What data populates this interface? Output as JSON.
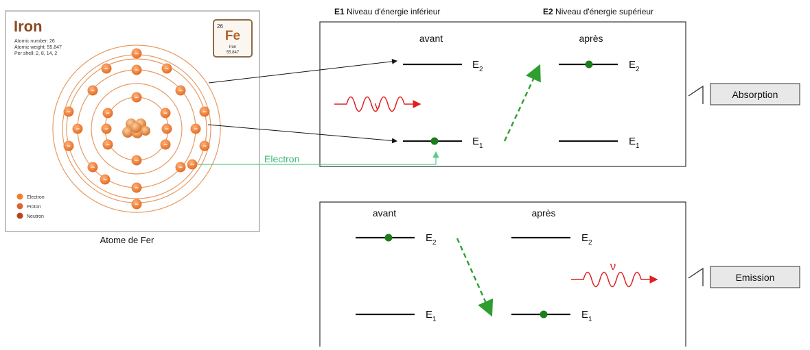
{
  "atom_card": {
    "element_name": "Iron",
    "atomic_number_line": "Atomic number: 26",
    "atomic_weight_line": "Atomic weight: 55.847",
    "per_shell_line": "Per shell:  2, 8, 14, 2",
    "badge_number": "26",
    "badge_symbol": "Fe",
    "badge_name": "Iron",
    "badge_weight": "55.847",
    "electron_sign": "−",
    "legend": [
      {
        "label": "Electron",
        "color": "#f07f2e"
      },
      {
        "label": "Proton",
        "color": "#e0622a"
      },
      {
        "label": "Neutron",
        "color": "#b5441f"
      }
    ]
  },
  "atom_caption": "Atome de Fer",
  "electron_label": "Electron",
  "headers": {
    "e1_tag": "E1",
    "e1_text": " Niveau d'énergie inférieur",
    "e2_tag": "E2",
    "e2_text": " Niveau d'énergie supérieur"
  },
  "absorption_panel": {
    "before_label": "avant",
    "after_label": "après",
    "nu_symbol": "ν",
    "level_e2_base": "E",
    "level_e2_sub": "2",
    "level_e1_base": "E",
    "level_e1_sub": "1",
    "tag": "Absorption"
  },
  "emission_panel": {
    "before_label": "avant",
    "after_label": "après",
    "nu_symbol": "ν",
    "level_e2_base": "E",
    "level_e2_sub": "2",
    "level_e1_base": "E",
    "level_e1_sub": "1",
    "tag": "Emission"
  },
  "colors": {
    "electron_orange": "#f07f2e",
    "ring_orange": "#e79a62",
    "level_dot_green": "#1b7d1b",
    "transition_arrow_green": "#2e9e2e",
    "photon_red": "#e02020",
    "electron_link_green": "#5cc98a",
    "tag_fill": "#e8e8e8"
  }
}
